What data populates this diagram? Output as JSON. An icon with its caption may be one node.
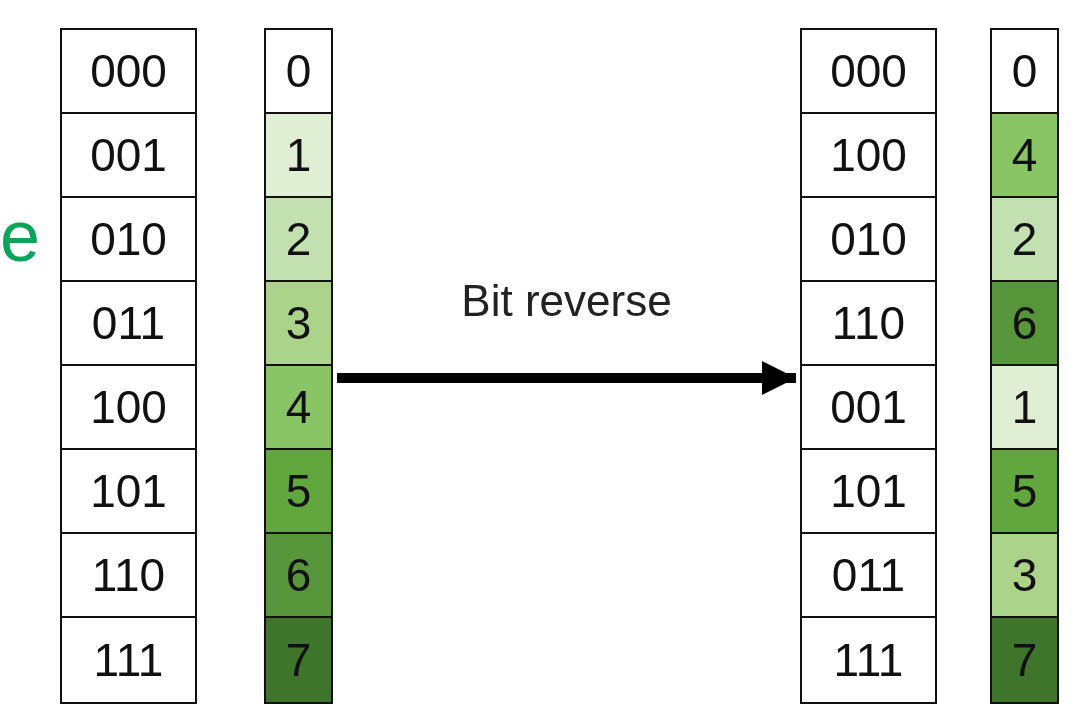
{
  "diagram": {
    "nodes": [
      {
        "text": [],
        "shape": "box"
      },
      {
        "text": [
          "000"
        ],
        "in": 0
      },
      {
        "text": [
          "001"
        ],
        "in": 0
      },
      {
        "text": [
          "010"
        ],
        "in": 0
      },
      {
        "text": [
          "011"
        ],
        "in": 0
      },
      {
        "text": [
          "100"
        ],
        "in": 0
      },
      {
        "text": [
          "101"
        ],
        "in": 0
      },
      {
        "text": [
          "110"
        ],
        "in": 0
      },
      {
        "text": [
          "111"
        ],
        "in": 0
      },
      {
        "text": [],
        "shape": "box"
      },
      {
        "text": [
          "0"
        ],
        "in": 9
      },
      {
        "text": [
          "1"
        ],
        "in": 9
      },
      {
        "text": [
          "2"
        ],
        "in": 9
      },
      {
        "text": [
          "3"
        ],
        "in": 9
      },
      {
        "text": [
          "4"
        ],
        "in": 9
      },
      {
        "text": [
          "5"
        ],
        "in": 9
      },
      {
        "text": [
          "6"
        ],
        "in": 9
      },
      {
        "text": [
          "7"
        ],
        "in": 9
      },
      {
        "text": [],
        "shape": "box"
      },
      {
        "text": [
          "000"
        ],
        "in": 18
      },
      {
        "text": [
          "100"
        ],
        "in": 18
      },
      {
        "text": [
          "010"
        ],
        "in": 18
      },
      {
        "text": [
          "110"
        ],
        "in": 18
      },
      {
        "text": [
          "001"
        ],
        "in": 18
      },
      {
        "text": [
          "101"
        ],
        "in": 18
      },
      {
        "text": [
          "011"
        ],
        "in": 18
      },
      {
        "text": [
          "111"
        ],
        "in": 18
      },
      {
        "text": [],
        "shape": "box"
      },
      {
        "text": [
          "0"
        ],
        "in": 27
      },
      {
        "text": [
          "4"
        ],
        "in": 27
      },
      {
        "text": [
          "2"
        ],
        "in": 27
      },
      {
        "text": [
          "6"
        ],
        "in": 27
      },
      {
        "text": [
          "1"
        ],
        "in": 27
      },
      {
        "text": [
          "5"
        ],
        "in": 27
      },
      {
        "text": [
          "3"
        ],
        "in": 27
      },
      {
        "text": [
          "7"
        ],
        "in": 27
      }
    ],
    "edges": [
      {
        "from": 9,
        "to": 18,
        "arrow": "to",
        "label": "Bit reverse"
      }
    ],
    "labels": [
      "e"
    ]
  }
}
